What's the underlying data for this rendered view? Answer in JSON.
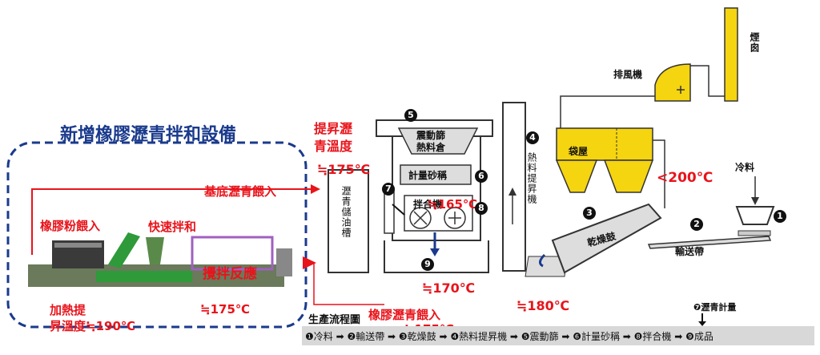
{
  "title": "新增橡膠瀝青拌和設備",
  "new_equipment": {
    "rubber_powder_feed": "橡膠粉餵入",
    "fast_mix": "快速拌和",
    "stirring_reaction": "攪拌反應",
    "heat_raise_temp": "加熱提\n昇溫度≒190℃",
    "reaction_temp": "≒175℃",
    "base_asphalt_feed": "基底瀝青餵入"
  },
  "tank": {
    "raise_temp_label": "提昇瀝\n青溫度",
    "tank_temp": "≒175℃",
    "tank_label": "瀝青儲油槽",
    "rubber_asphalt_feed": "橡膠瀝青餵入",
    "feed_temp": "≒175℃"
  },
  "plant": {
    "screen_bin": "震動篩\n熱料倉",
    "weigh_hopper": "計量砂稱",
    "mixer": "拌合機",
    "mixer_temp": "≒165℃",
    "output_temp": "≒170℃",
    "elevator_label": "熱料提昇機",
    "elevator_temp": "≒180℃",
    "dryer": "乾燥鼓",
    "conveyor": "輸送帶",
    "cold_material": "冷料",
    "baghouse": "袋屋",
    "baghouse_temp": "<200℃",
    "exhaust_fan": "排風機",
    "chimney": "煙囪"
  },
  "markers": {
    "n1": "1",
    "n2": "2",
    "n3": "3",
    "n4": "4",
    "n5": "5",
    "n6": "6",
    "n7": "7",
    "n8": "8",
    "n9": "9"
  },
  "flow": {
    "heading": "生產流程圖",
    "asphalt_metering": "❼瀝青計量",
    "steps": "❶冷料 ➡ ❷輸送帶 ➡ ❸乾燥鼓 ➡ ❹熱料提昇機 ➡ ❺震動篩 ➡ ❻計量砂稱 ➡ ❽拌合機 ➡ ❾成品"
  },
  "colors": {
    "accent_red": "#e8141b",
    "title_blue": "#1a3a8c",
    "baghouse_yellow": "#f5d410",
    "machine_green": "#2e9a3a",
    "reactor_purple": "#a060c0"
  }
}
